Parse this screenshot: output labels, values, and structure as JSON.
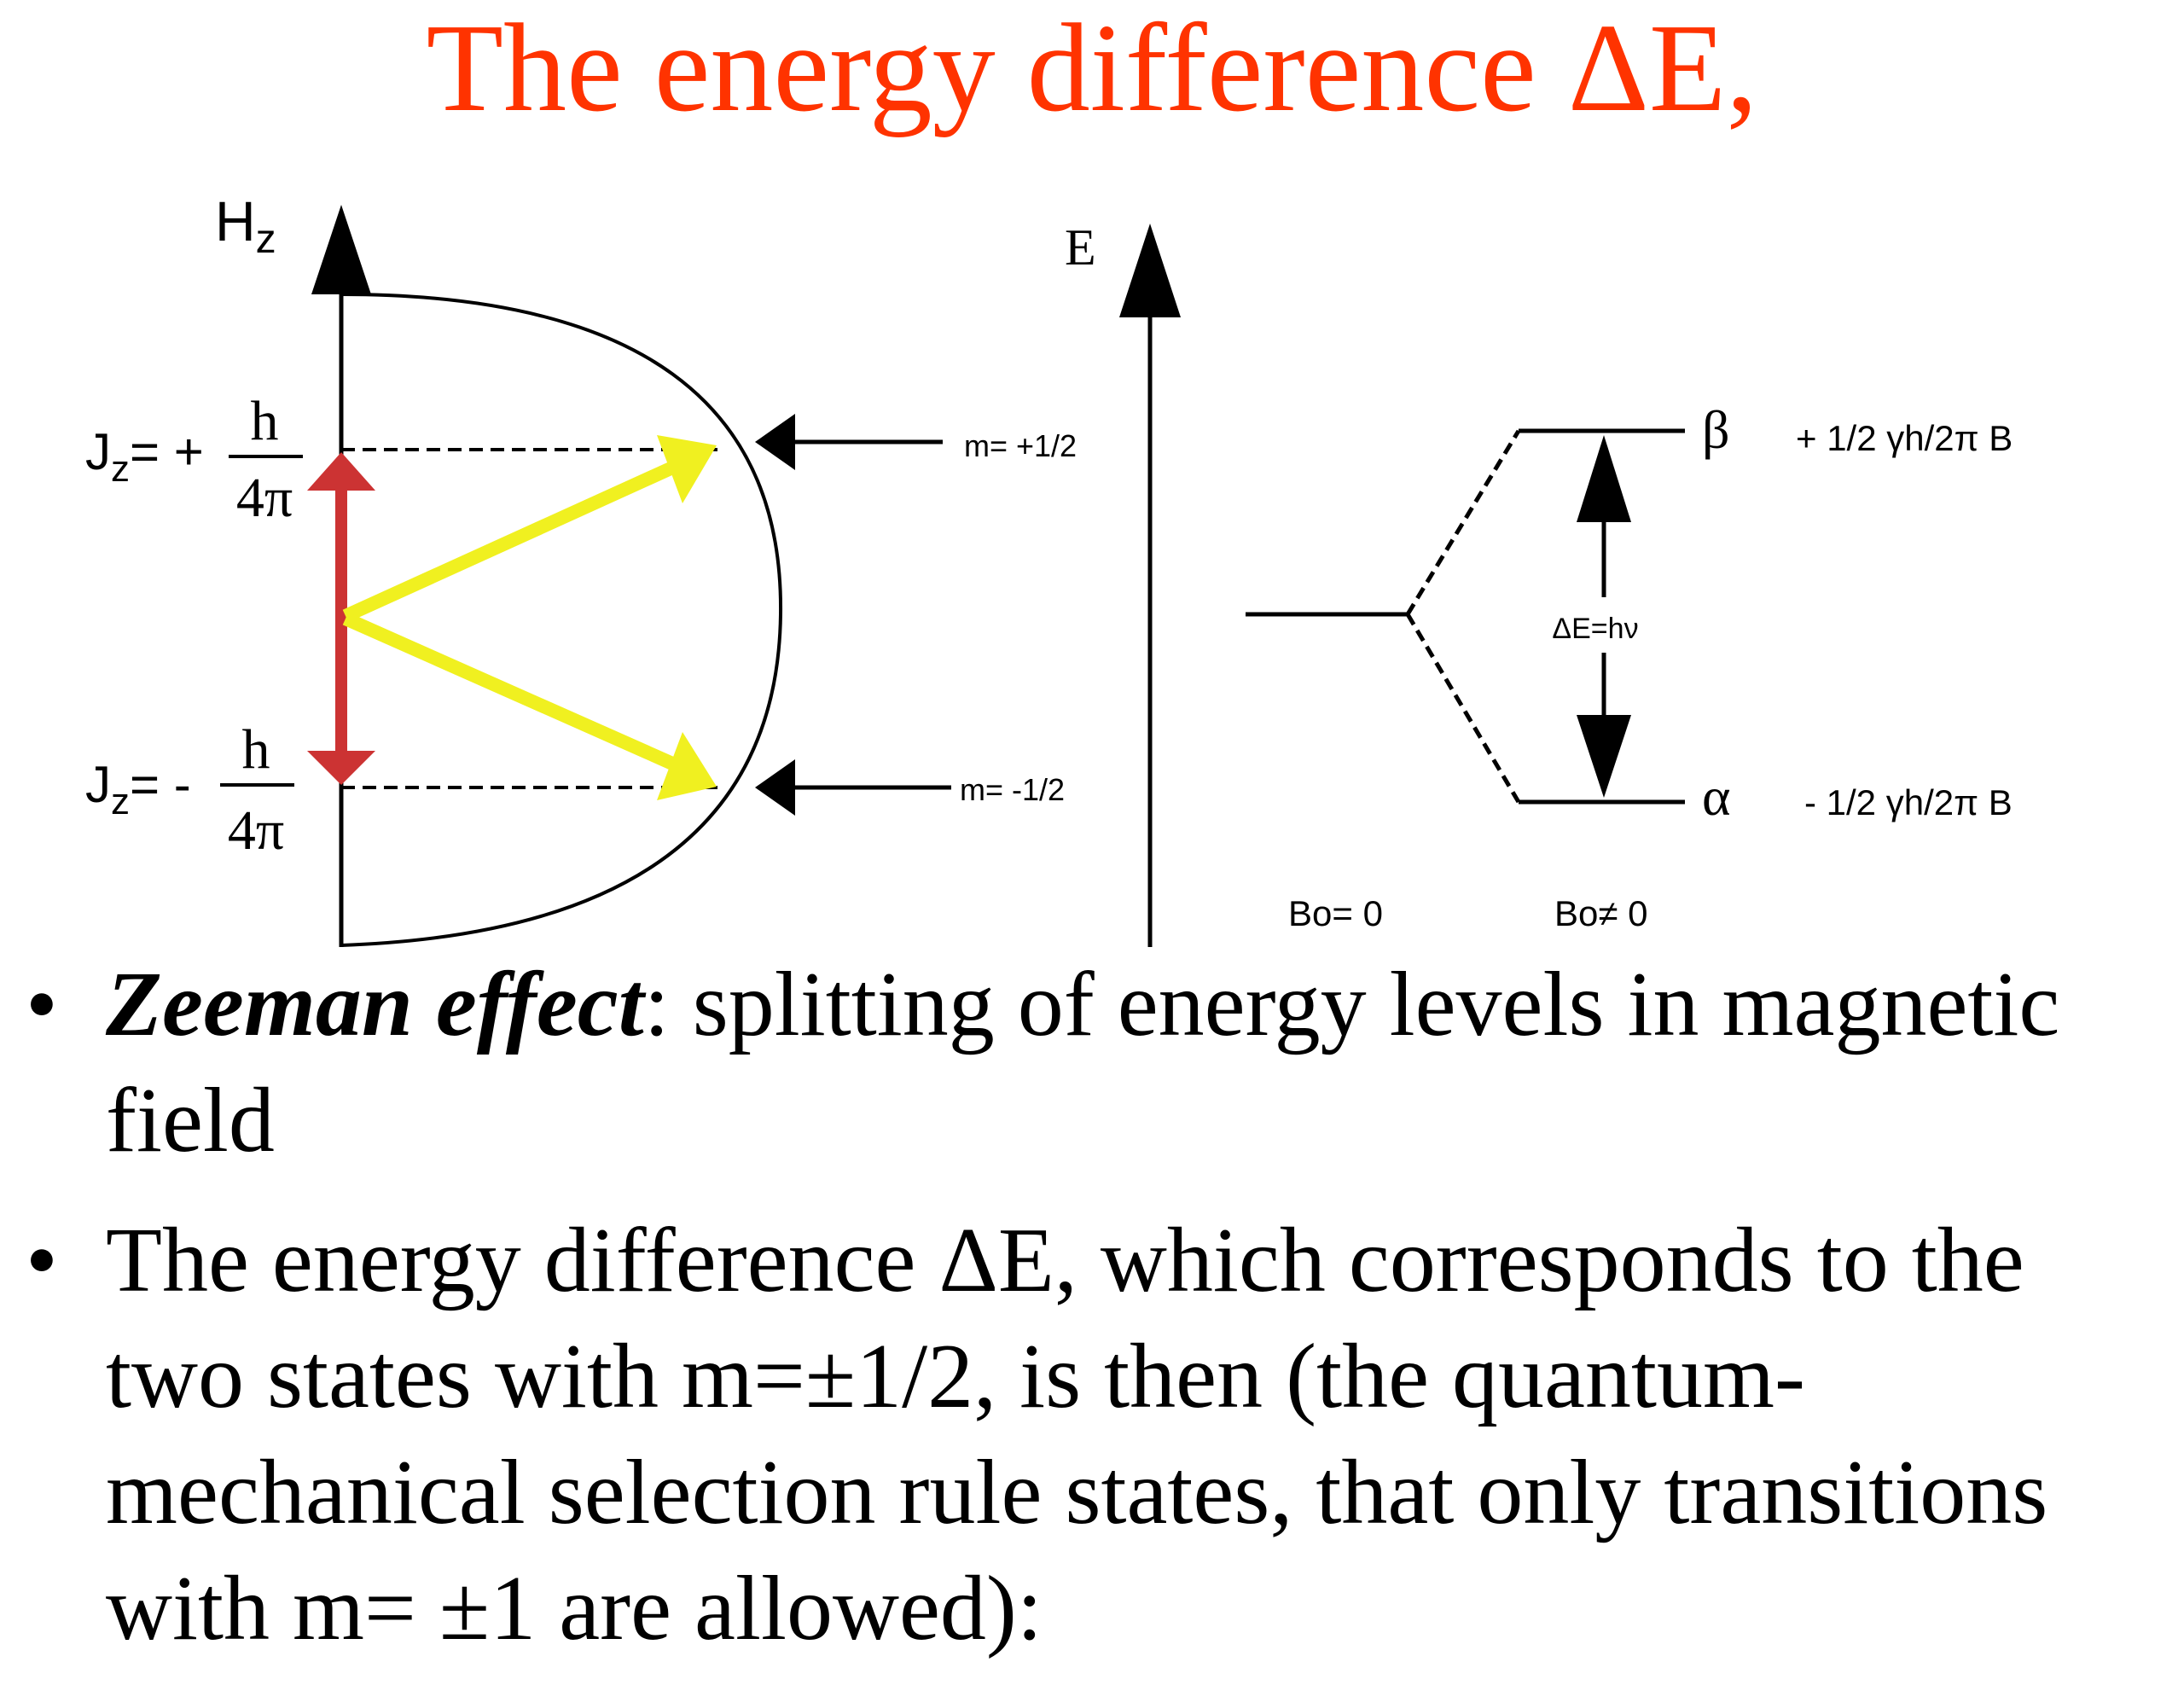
{
  "title": "The energy difference ΔE,",
  "figure": {
    "hz_axis_label": "H",
    "hz_axis_sub": "z",
    "jz_prefix_plus": "J",
    "jz_sub_plus": "z",
    "jz_eq_plus": "= +",
    "jz_prefix_minus": "J",
    "jz_sub_minus": "z",
    "jz_eq_minus": "= -",
    "frac_numerator_plus": "h",
    "frac_denominator_plus": "4π",
    "frac_numerator_minus": "h",
    "frac_denominator_minus": "4π",
    "m_plus_label": "m= +1/2",
    "m_minus_label": "m= -1/2",
    "e_axis_label": "E",
    "beta_label": "β",
    "alpha_label": "α",
    "beta_energy": "+ 1/2  γh/2π B",
    "alpha_energy": "- 1/2  γh/2π B",
    "delta_e_label": "ΔE=hν",
    "b0_zero_label": "Bo= 0",
    "b0_nonzero_label": "Bo≠ 0",
    "colors": {
      "title": "#ff3300",
      "red_arrow": "#cc3333",
      "yellow_arrow": "#f0f020",
      "lines": "#000000"
    }
  },
  "bullets": {
    "item1_marker": "•",
    "item1_term": "Zeeman effect",
    "item1_rest": ": splitting of energy levels in magnetic field",
    "item2_marker": "•",
    "item2_text": "The energy difference ΔE, which corresponds to the two states with m=±1/2, is then (the quantum-mechanical selection rule states, that only transitions with m= ±1 are allowed):"
  }
}
